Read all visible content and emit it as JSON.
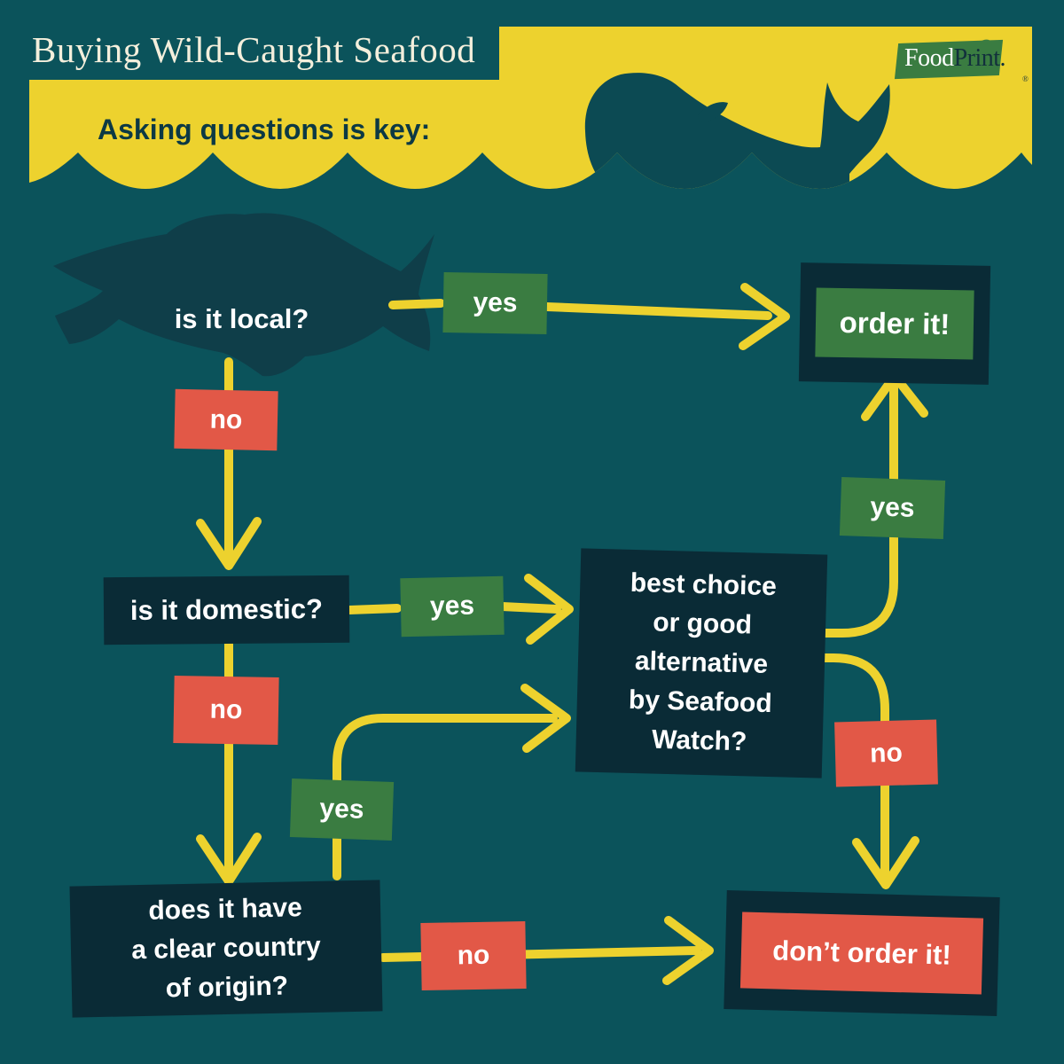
{
  "header": {
    "title": "Buying Wild-Caught Seafood",
    "tagline": "Asking questions is key:",
    "logo": {
      "food": "Food",
      "print": "Print",
      "period": ".",
      "registered": "®"
    }
  },
  "flowchart": {
    "labels": {
      "yes": "yes",
      "no": "no"
    },
    "questions": {
      "local": "is it local?",
      "domestic": "is it domestic?",
      "origin": [
        "does it have",
        "a clear country",
        "of origin?"
      ],
      "seafood_watch": [
        "best choice",
        "or good",
        "alternative",
        "by Seafood",
        "Watch?"
      ]
    },
    "outcomes": {
      "order": "order it!",
      "dont_order": "don’t order it!"
    }
  },
  "colors": {
    "background": "#0B535B",
    "banner_yellow": "#EDD22E",
    "box_dark_navy": "#0A2B36",
    "box_green": "#3A7C41",
    "box_red": "#E25847",
    "fish_silhouette": "#0F3E49",
    "whale_silhouette": "#0C4A53",
    "title_cream": "#F4EFDC",
    "tagline_dark": "#0C3944",
    "text_white": "#FFFFFF"
  }
}
